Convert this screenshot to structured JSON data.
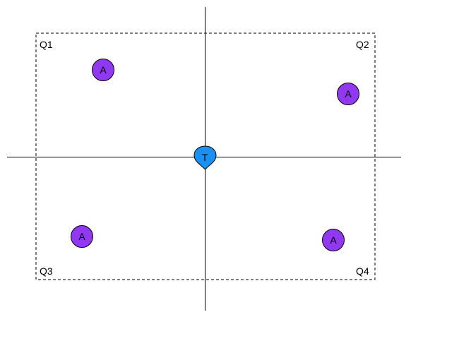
{
  "colors": {
    "agent_fill": "#9139f0",
    "target_fill": "#1a90f0",
    "line": "#000000",
    "background": "#ffffff"
  },
  "quadrants": {
    "q1": "Q1",
    "q2": "Q2",
    "q3": "Q3",
    "q4": "Q4"
  },
  "target": {
    "label": "T",
    "icon": "map-pin-icon"
  },
  "agents": [
    {
      "label": "A",
      "quadrant": "Q1"
    },
    {
      "label": "A",
      "quadrant": "Q2"
    },
    {
      "label": "A",
      "quadrant": "Q3"
    },
    {
      "label": "A",
      "quadrant": "Q4"
    }
  ]
}
